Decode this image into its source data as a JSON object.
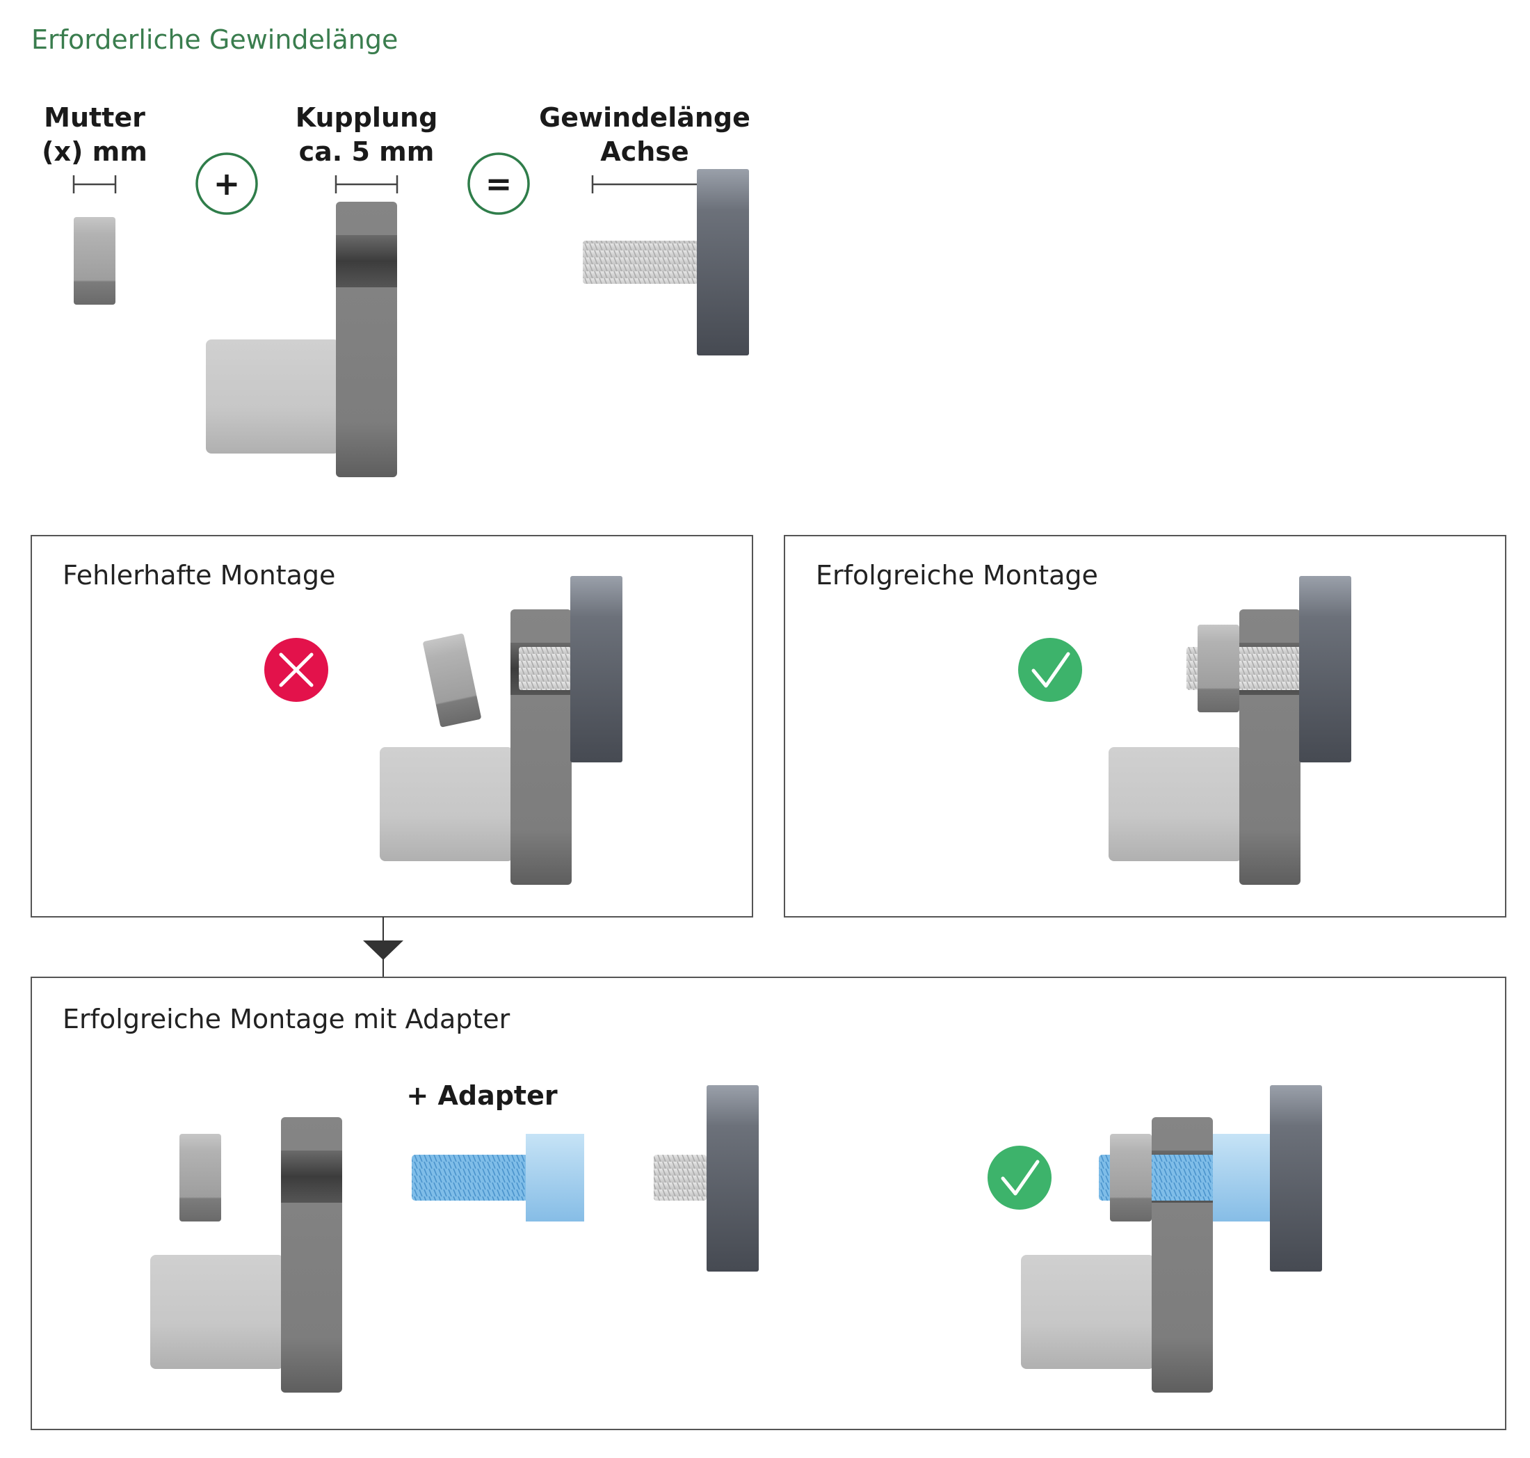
{
  "title": "Erforderliche Gewindelänge",
  "equation": {
    "nut_label": [
      "Mutter",
      "(x) mm"
    ],
    "coupling_label": [
      "Kupplung",
      "ca. 5 mm"
    ],
    "thread_label": [
      "Gewindelänge",
      "Achse"
    ],
    "plus_symbol": "+",
    "equals_symbol": "="
  },
  "panels": {
    "faulty": {
      "title": "Fehlerhafte Montage",
      "status": "error"
    },
    "successful": {
      "title": "Erfolgreiche Montage",
      "status": "success"
    },
    "adapter": {
      "title": "Erfolgreiche Montage mit Adapter",
      "adapter_label": "+ Adapter",
      "status": "success"
    }
  },
  "colors": {
    "title_green": "#3a7d4e",
    "operator_green": "#2f7d4a",
    "success_green": "#3db36b",
    "error_red": "#e3124b",
    "adapter_blue": "#8cc3e8"
  },
  "icons": {
    "plus": "plus-circle-icon",
    "equals": "equals-circle-icon",
    "error": "cross-circle-icon",
    "success": "check-circle-icon",
    "arrow": "arrow-down-icon"
  }
}
